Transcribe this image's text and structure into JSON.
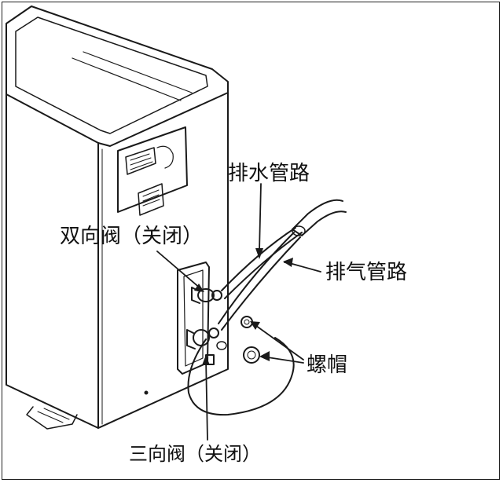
{
  "labels": {
    "drain_pipe": "排水管路",
    "two_way_valve": "双向阀（关闭）",
    "exhaust_pipe": "排气管路",
    "cap_nut": "螺帽",
    "three_way_valve": "三向阀（关闭）"
  },
  "colors": {
    "line": "#1a1a1a",
    "background": "#ffffff"
  }
}
